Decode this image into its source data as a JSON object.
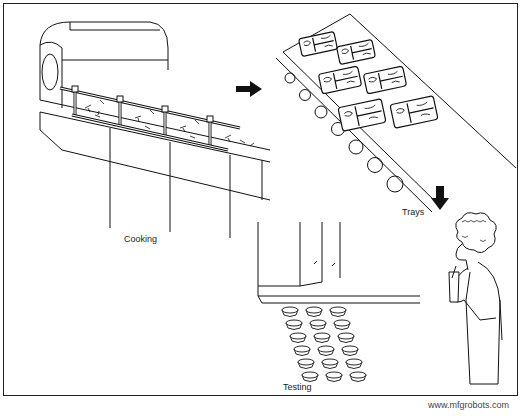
{
  "diagram": {
    "labels": [
      "Cooking",
      "Trays",
      "Testing",
      "www.mfgrobots.com"
    ]
  }
}
